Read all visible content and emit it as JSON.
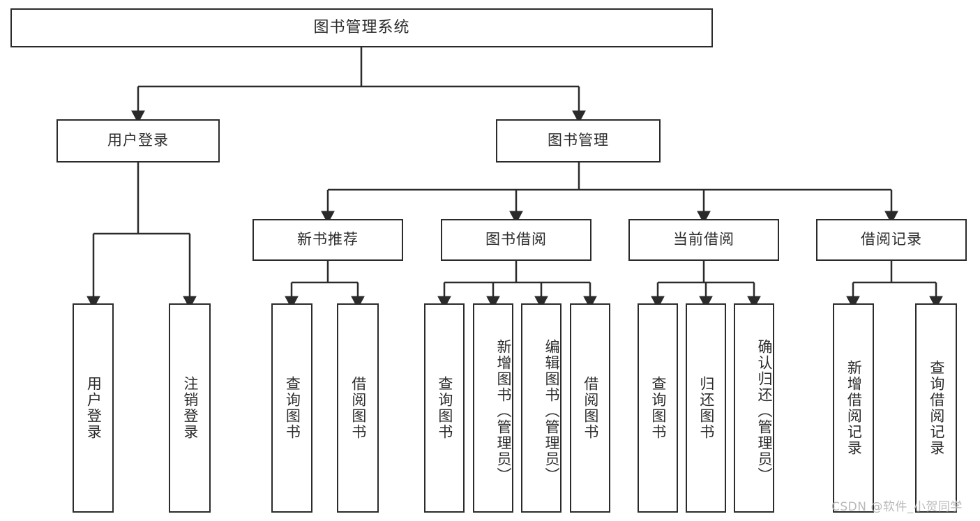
{
  "diagram": {
    "title": "图书管理系统",
    "watermark": "CSDN @软件_小贺同学",
    "line_color": "#2b2b2b",
    "box_fill": "#ffffff",
    "text_color": "#2b2b2b",
    "root": {
      "label": "图书管理系统"
    },
    "level2": [
      {
        "label": "用户登录"
      },
      {
        "label": "图书管理"
      }
    ],
    "level3": [
      {
        "label": "新书推荐"
      },
      {
        "label": "图书借阅"
      },
      {
        "label": "当前借阅"
      },
      {
        "label": "借阅记录"
      }
    ],
    "leaves": {
      "user_login": [
        {
          "label": "用户登录"
        },
        {
          "label": "注销登录"
        }
      ],
      "new_book": [
        {
          "label": "查询图书"
        },
        {
          "label": "借阅图书"
        }
      ],
      "book_borrow": [
        {
          "label": "查询图书"
        },
        {
          "label": "新增图书（管理员）"
        },
        {
          "label": "编辑图书（管理员）"
        },
        {
          "label": "借阅图书"
        }
      ],
      "current_borrow": [
        {
          "label": "查询图书"
        },
        {
          "label": "归还图书"
        },
        {
          "label": "确认归还（管理员）"
        }
      ],
      "borrow_record": [
        {
          "label": "新增借阅记录"
        },
        {
          "label": "查询借阅记录"
        }
      ]
    }
  }
}
